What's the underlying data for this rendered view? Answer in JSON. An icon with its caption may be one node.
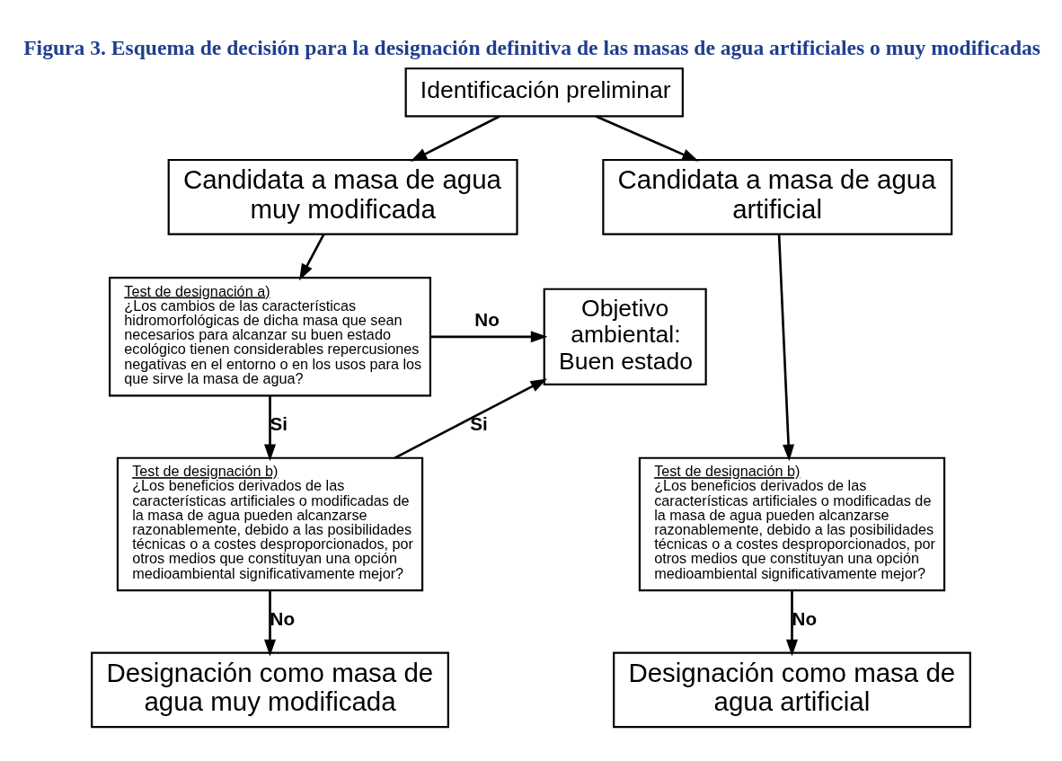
{
  "diagram": {
    "title": "Figura 3. Esquema de decisión para la designación definitiva de las masas de agua artificiales o muy modificadas",
    "nodes": [
      {
        "text": [
          "Identificación preliminar"
        ]
      },
      {
        "text": [
          "Candidata a masa de agua muy modificada"
        ]
      },
      {
        "text": [
          "Candidata a masa de agua artificial"
        ]
      },
      {
        "text": [
          "Test de designación a)",
          "¿Los cambios de las características hidromorfológicas de dicha masa que sean necesarios para alcanzar su buen estado ecológico tienen considerables repercusiones negativas en el entorno o en los usos para los que sirve la masa de agua?"
        ]
      },
      {
        "text": [
          "Test de designación b)",
          "¿Los beneficios derivados de las características artificiales o modificadas de la masa de agua pueden alcanzarse razonablemente, debido a las posibilidades técnicas o a costes desproporcionados, por otros medios que constituyan una opción medioambiental significativamente mejor?"
        ]
      },
      {
        "text": [
          "Test de designación b)",
          "¿Los beneficios derivados de las características artificiales o modificadas de la masa de agua pueden alcanzarse razonablemente, debido a las posibilidades técnicas o a costes desproporcionados, por otros medios que constituyan una opción medioambiental significativamente mejor?"
        ]
      },
      {
        "text": [
          "Objetivo ambiental: Buen estado"
        ]
      },
      {
        "text": [
          "Designación como masa de agua muy modificada"
        ]
      },
      {
        "text": [
          "Designación como masa de agua artificial"
        ]
      }
    ],
    "edges": [
      {
        "from": 0,
        "to": 1,
        "arrow": "to"
      },
      {
        "from": 0,
        "to": 2,
        "arrow": "to"
      },
      {
        "from": 1,
        "to": 3,
        "arrow": "to"
      },
      {
        "from": 2,
        "to": 5,
        "arrow": "to"
      },
      {
        "from": 3,
        "to": 6,
        "arrow": "to",
        "label": "No"
      },
      {
        "from": 3,
        "to": 4,
        "arrow": "to",
        "label": "Si"
      },
      {
        "from": 4,
        "to": 6,
        "arrow": "to",
        "label": "Si"
      },
      {
        "from": 4,
        "to": 7,
        "arrow": "to",
        "label": "No"
      },
      {
        "from": 5,
        "to": 8,
        "arrow": "to",
        "label": "No"
      }
    ]
  }
}
